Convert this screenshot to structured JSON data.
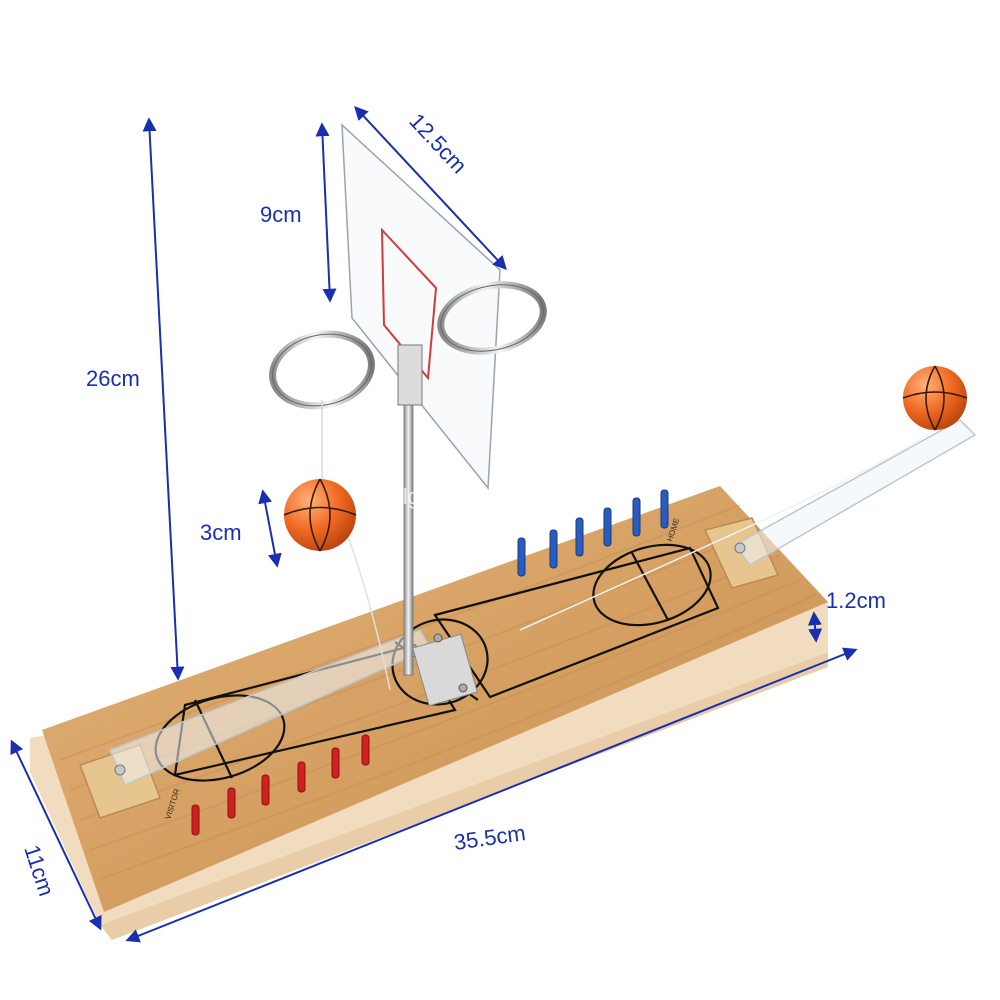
{
  "image": {
    "subject": "",
    "watermark": "royalgames.com"
  },
  "dimensions": {
    "total_height": "26cm",
    "backboard_height": "9cm",
    "backboard_width": "12.5cm",
    "ball_diameter": "3cm",
    "board_thickness": "1.2cm",
    "board_length": "35.5cm",
    "board_width": "11cm"
  },
  "court_labels": {
    "home": "HOME",
    "visitor": "VISITOR"
  },
  "colors": {
    "dimension_line": "#1a2fb0",
    "wood": "#d9a86a",
    "ball": "#e8651c",
    "peg_red": "#d02020",
    "peg_blue": "#2a5cc0"
  }
}
